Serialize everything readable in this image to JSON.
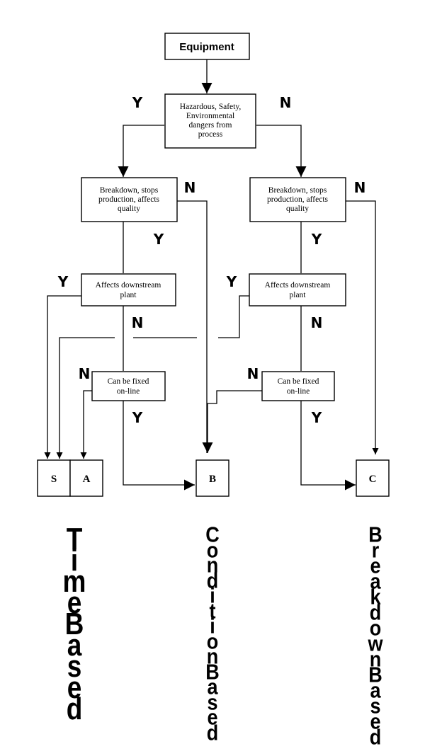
{
  "nodes": {
    "equipment": "Equipment",
    "hazard": [
      "Hazardous, Safety,",
      "Environmental",
      "dangers from",
      "process"
    ],
    "breakdown_left": [
      "Breakdown, stops",
      "production, affects",
      "quality"
    ],
    "breakdown_right": [
      "Breakdown, stops",
      "production, affects",
      "quality"
    ],
    "downstream_left": [
      "Affects downstream",
      "plant"
    ],
    "downstream_right": [
      "Affects downstream",
      "plant"
    ],
    "fixed_left": [
      "Can be fixed",
      "on-line"
    ],
    "fixed_right": [
      "Can be fixed",
      "on-line"
    ]
  },
  "outcomes": {
    "s": "S",
    "a": "A",
    "b": "B",
    "c": "C"
  },
  "decisions": {
    "yes": "Y",
    "no": "N"
  },
  "labels": {
    "time": "Time Based",
    "condition": "Condition Based",
    "breakdown": "Breakdown Based"
  }
}
